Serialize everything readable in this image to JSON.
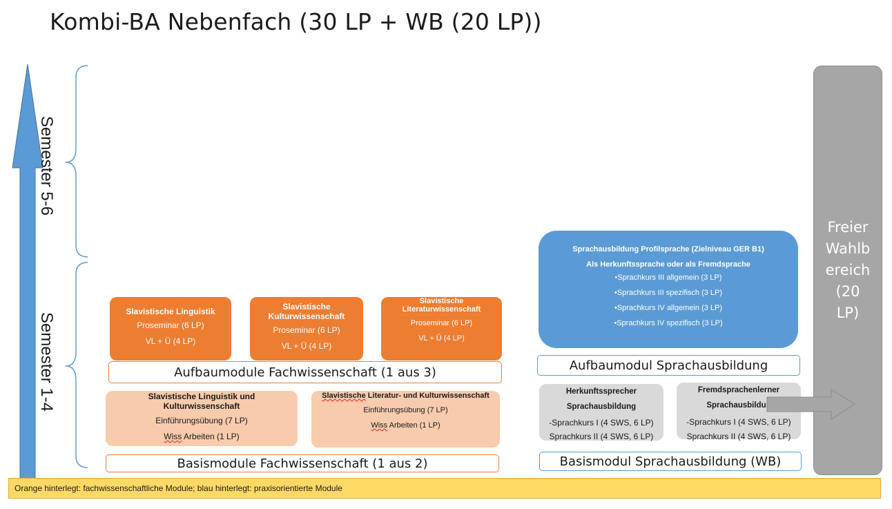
{
  "title": "Kombi-BA Nebenfach (30 LP + WB (20 LP))",
  "semesters": {
    "upper": "Semester 5-6",
    "lower": "Semester 1-4"
  },
  "aufbau_fach": {
    "label": "Aufbaumodule Fachwissenschaft (1 aus 3)",
    "modules": [
      {
        "title": "Slavistische Linguistik",
        "line1": "Proseminar (6 LP)",
        "line2": "VL + Ü (4 LP)"
      },
      {
        "title_a": "Slavistische",
        "title_b": "Kulturwissenschaft",
        "line1": "Proseminar (6 LP)",
        "line2": "VL + Ü (4 LP)"
      },
      {
        "title_a": "Slavistische",
        "title_b": "Literaturwissenschaft",
        "line1": "Proseminar (6 LP)",
        "line2": "VL + Ü (4 LP)"
      }
    ]
  },
  "basis_fach": {
    "label": "Basismodule Fachwissenschaft (1 aus 2)",
    "modules": [
      {
        "title_a": "Slavistische Linguistik und",
        "title_b": "Kulturwissenschaft",
        "line1": "Einführungsübung (7 LP)",
        "line2_a": "Wiss",
        "line2_b": " Arbeiten (1 LP)"
      },
      {
        "title_a": "Slavistische",
        "title_b": " Literatur- und Kulturwissenschaft",
        "line1": "Einführungsübung (7 LP)",
        "line2_a": "Wiss",
        "line2_b": " Arbeiten (1 LP)"
      }
    ]
  },
  "aufbau_sprach": {
    "label": "Aufbaumodul Sprachausbildung",
    "title": "Sprachausbildung Profilsprache (Zielniveau GER B1)",
    "subtitle": "Als Herkunftssprache oder als Fremdsprache",
    "items": [
      "•Sprachkurs III allgemein (3 LP)",
      "•Sprachkurs III spezifisch (3 LP)",
      "•Sprachkurs IV allgemein (3 LP)",
      "•Sprachkurs IV spezifisch (3 LP)"
    ]
  },
  "basis_sprach": {
    "label": "Basismodul Sprachausbildung (WB)",
    "modules": [
      {
        "title_a": "Herkunftssprecher",
        "title_b": "Sprachausbildung",
        "line1": "-Sprachkurs I (4 SWS, 6 LP)",
        "line2": "Sprachkurs II (4 SWS, 6 LP)"
      },
      {
        "title_a": "Fremdsprachenlerner",
        "title_b": "Sprachausbildun",
        "line1": "-Sprachkurs I (4 SWS, 6 LP)",
        "line2": "Sprachkurs II (4 SWS, 6 LP)"
      }
    ]
  },
  "free": {
    "l1": "Freier",
    "l2": "Wahlb",
    "l3": "ereich",
    "l4": "(20",
    "l5": "LP)"
  },
  "legend": "Orange hinterlegt: fachwissenschaftliche Module; blau hinterlegt: praxisorientierte Module",
  "colors": {
    "dark_orange": "#ED7D31",
    "light_orange": "#F8CBAD",
    "blue": "#5B9BD5",
    "grey": "#D9D9D9",
    "free": "#A6A6A6",
    "legend": "#FFD966"
  }
}
